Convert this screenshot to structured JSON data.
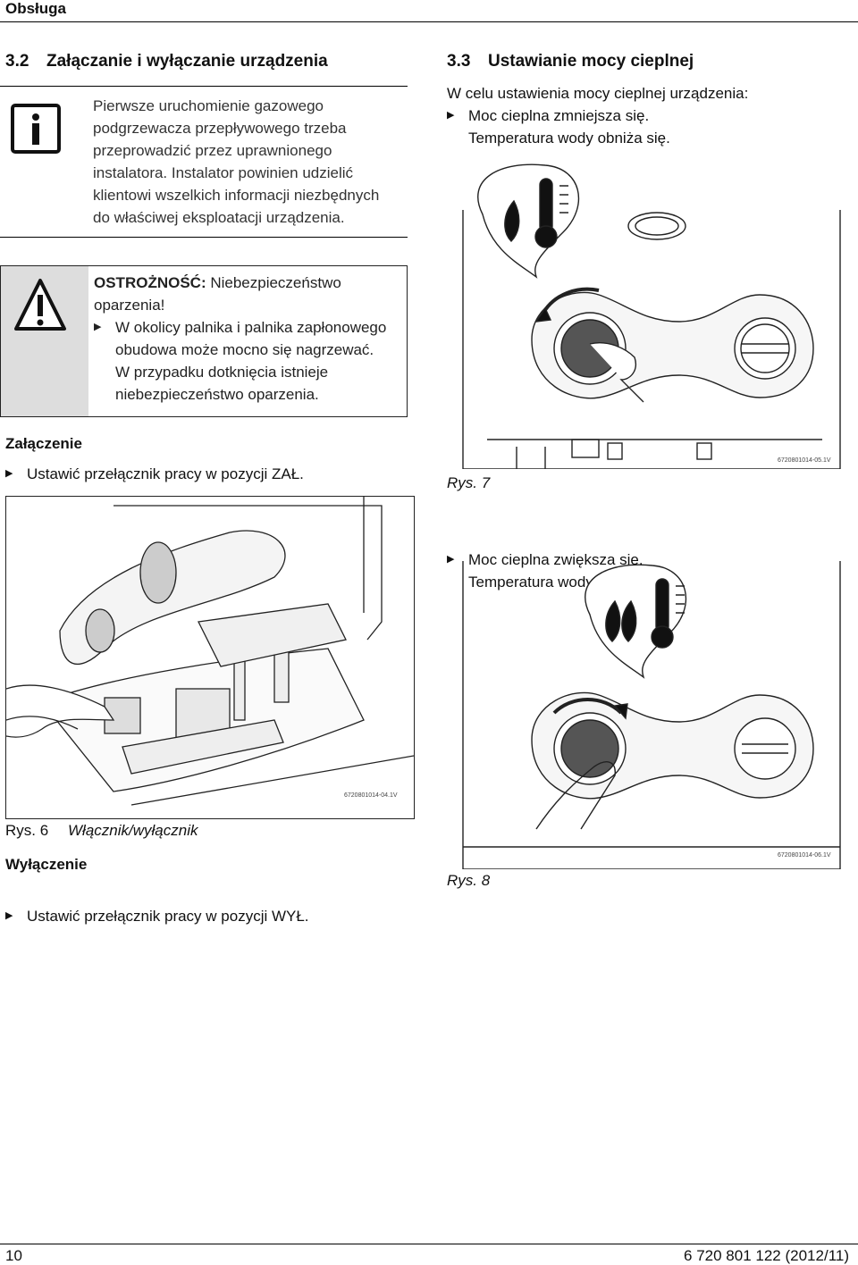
{
  "header": {
    "section": "Obsługa"
  },
  "left": {
    "section_num": "3.2",
    "section_title": "Załączanie i wyłączanie urządzenia",
    "info_lines": [
      "Pierwsze uruchomienie gazowego",
      "podgrzewacza przepływowego trzeba",
      "przeprowadzić przez uprawnionego",
      "instalatora. Instalator powinien udzielić",
      "klientowi wszelkich informacji niezbędnych",
      "do właściwej eksploatacji urządzenia."
    ],
    "caution_label": "OSTROŻNOŚĆ:",
    "caution_title_rest": " Niebezpieczeństwo",
    "caution_title_line2": "oparzenia!",
    "caution_bullet_lines": [
      "W okolicy palnika i palnika zapłonowego",
      "obudowa może mocno się nagrzewać."
    ],
    "caution_extra_lines": [
      "W przypadku dotknięcia istnieje",
      "niebezpieczeństwo oparzenia."
    ],
    "on_heading": "Załączenie",
    "on_step": "Ustawić przełącznik pracy w pozycji ZAŁ.",
    "fig6_code": "6720801014-04.1V",
    "fig6_label": "Rys. 6",
    "fig6_title": "Włącznik/wyłącznik",
    "off_heading": "Wyłączenie",
    "off_step": "Ustawić przełącznik pracy w pozycji WYŁ."
  },
  "right": {
    "section_num": "3.3",
    "section_title": "Ustawianie mocy cieplnej",
    "intro": "W celu ustawienia mocy cieplnej urządzenia:",
    "step1_line1": "Moc cieplna zmniejsza się.",
    "step1_line2": "Temperatura wody obniża się.",
    "fig7_code": "6720801014-05.1V",
    "fig7_label": "Rys. 7",
    "step2_line1": "Moc cieplna zwiększa się.",
    "step2_line2": "Temperatura wody wzrasta.",
    "fig8_code": "6720801014-06.1V",
    "fig8_label": "Rys. 8"
  },
  "footer": {
    "page": "10",
    "doc": "6 720 801 122 (2012/11)"
  }
}
